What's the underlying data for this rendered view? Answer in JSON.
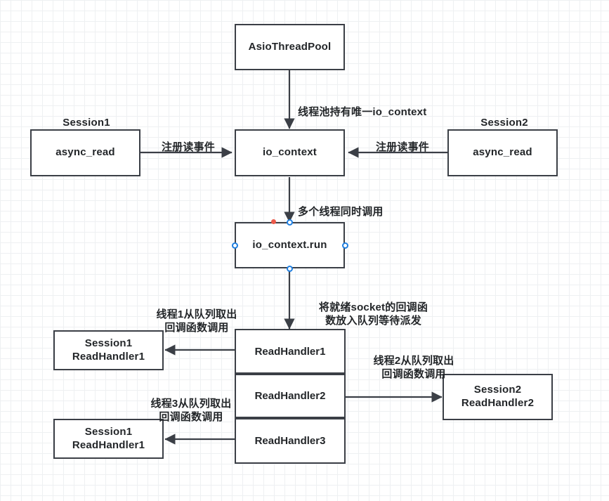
{
  "diagram": {
    "title": "Asio thread pool io_context dispatch diagram",
    "colors": {
      "node_border": "#3b3f46",
      "text": "#232629",
      "grid_minor": "#eef0f2",
      "grid_major": "#e2e5e8",
      "handle_blue": "#1f7fe0",
      "handle_red": "#ec5a4a",
      "edge": "#3b3f46"
    },
    "nodes": {
      "thread_pool": "AsioThreadPool",
      "io_context": "io_context",
      "io_context_run": "io_context.run",
      "async_read_left": "async_read",
      "async_read_right": "async_read",
      "read_handler_1": "ReadHandler1",
      "read_handler_2": "ReadHandler2",
      "read_handler_3": "ReadHandler3",
      "session1_handler1_top_line1": "Session1",
      "session1_handler1_top_line2": "ReadHandler1",
      "session1_handler1_bottom_line1": "Session1",
      "session1_handler1_bottom_line2": "ReadHandler1",
      "session2_handler2_line1": "Session2",
      "session2_handler2_line2": "ReadHandler2"
    },
    "labels": {
      "session1": "Session1",
      "session2": "Session2",
      "pool_owns_io_context": "线程池持有唯一io_context",
      "register_read_event_left": "注册读事件",
      "register_read_event_right": "注册读事件",
      "multi_thread_call": "多个线程同时调用",
      "enqueue_ready_socket_callback": "将就绪socket的回调函\n数放入队列等待派发",
      "thread1_dequeue": "线程1从队列取出\n回调函数调用",
      "thread2_dequeue": "线程2从队列取出\n回调函数调用",
      "thread3_dequeue": "线程3从队列取出\n回调函数调用"
    },
    "selection": {
      "selected_node": "io_context.run",
      "handles": [
        "top-center",
        "middle-left",
        "middle-right",
        "bottom-center"
      ],
      "red_marker": "rotate-or-anchor-point"
    }
  }
}
